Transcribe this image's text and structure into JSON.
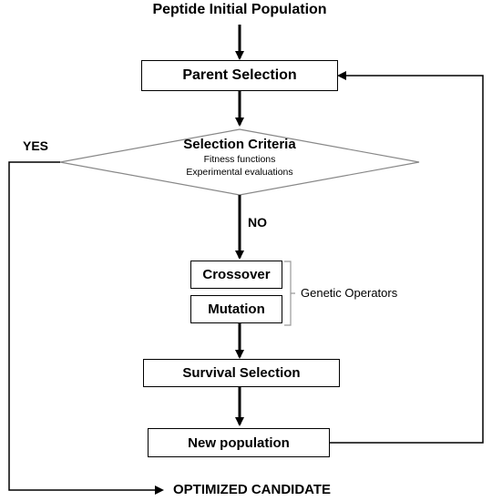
{
  "diagram": {
    "start_label": "Peptide Initial Population",
    "parent_selection": "Parent Selection",
    "decision": {
      "title": "Selection Criteria",
      "lines": [
        "Fitness functions",
        "Experimental evaluations"
      ]
    },
    "yes_label": "YES",
    "no_label": "NO",
    "crossover": "Crossover",
    "mutation": "Mutation",
    "operators_group_label": "Genetic Operators",
    "survival_selection": "Survival Selection",
    "new_population": "New population",
    "end_label": "OPTIMIZED CANDIDATE"
  }
}
